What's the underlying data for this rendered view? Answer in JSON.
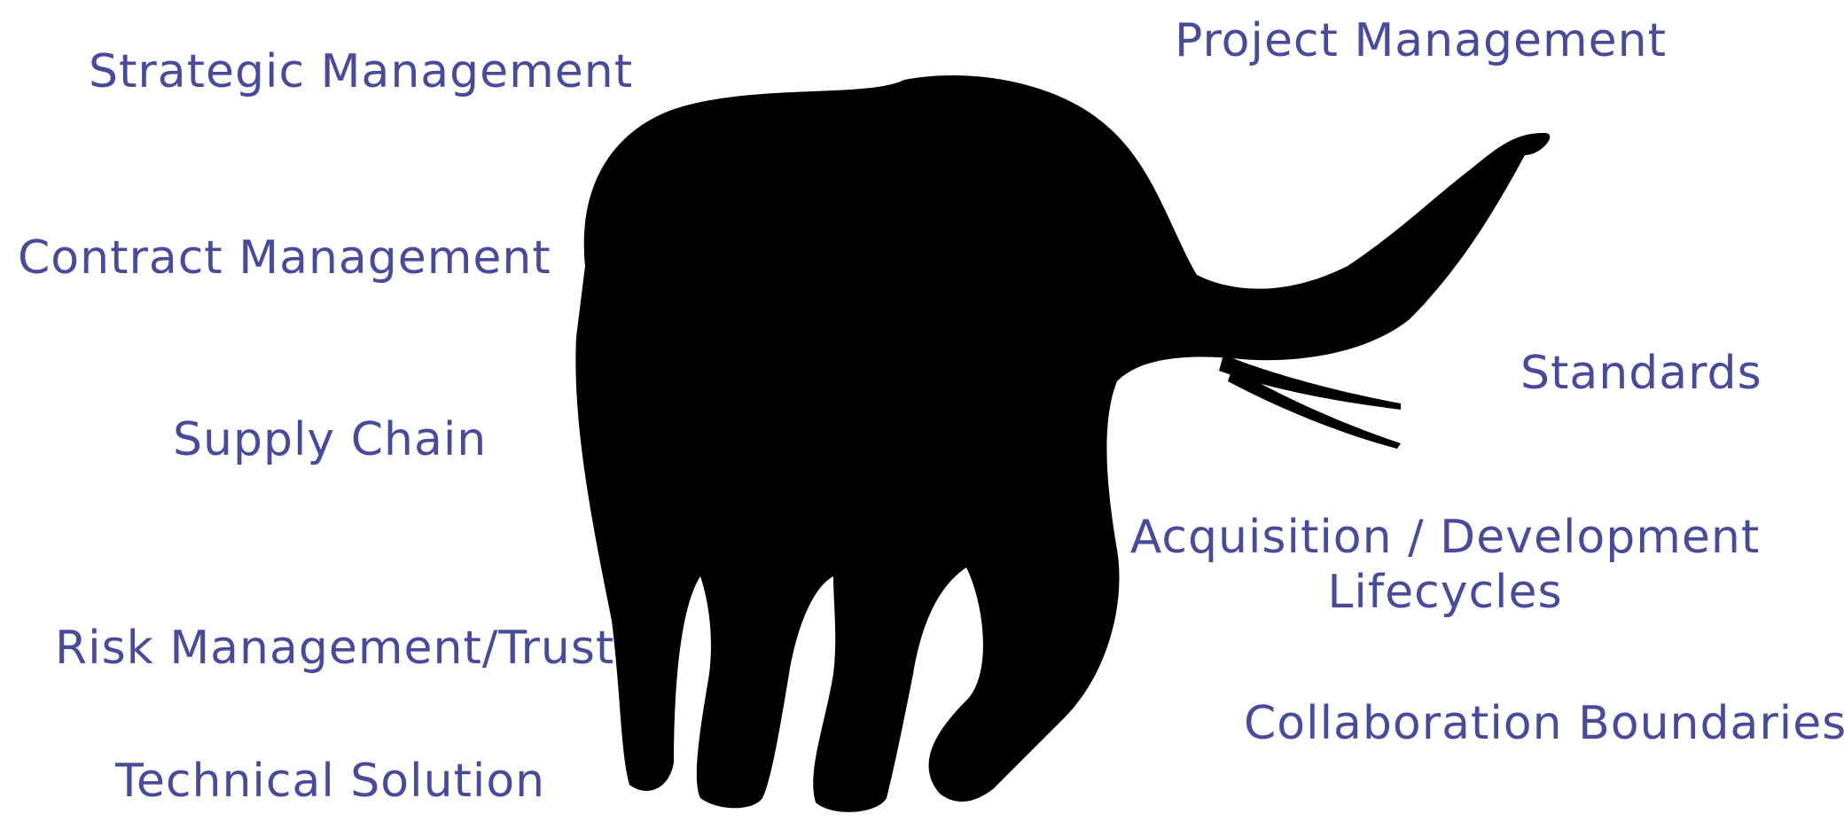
{
  "colors": {
    "label_text": "#4a4a9a",
    "silhouette": "#000000",
    "background": "#ffffff"
  },
  "icons": {
    "central": "elephant-silhouette-icon"
  },
  "labels": {
    "strategic": "Strategic Management",
    "contract": "Contract Management",
    "supply": "Supply Chain",
    "risk": "Risk Management/Trust",
    "technical": "Technical Solution",
    "project": "Project Management",
    "standards": "Standards",
    "acquisition_line1": "Acquisition / Development",
    "acquisition_line2": "Lifecycles",
    "collaboration": "Collaboration Boundaries"
  }
}
